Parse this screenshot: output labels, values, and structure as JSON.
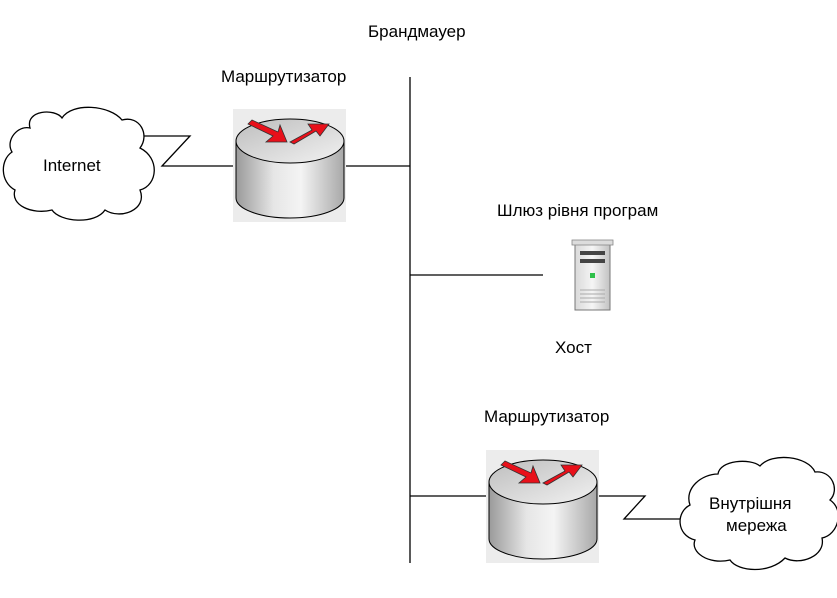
{
  "labels": {
    "firewall": "Брандмауер",
    "router_top": "Маршрутизатор",
    "internet": "Internet",
    "gateway": "Шлюз рівня програм",
    "host": "Хост",
    "router_bottom": "Маршрутизатор",
    "internal_network_line1": "Внутрішня",
    "internal_network_line2": "мережа"
  },
  "icons": {
    "router": "router-icon",
    "server": "server-icon",
    "cloud": "cloud-icon"
  },
  "colors": {
    "arrow": "#e8101a",
    "server_led": "#2ec04a",
    "line": "#000000"
  }
}
